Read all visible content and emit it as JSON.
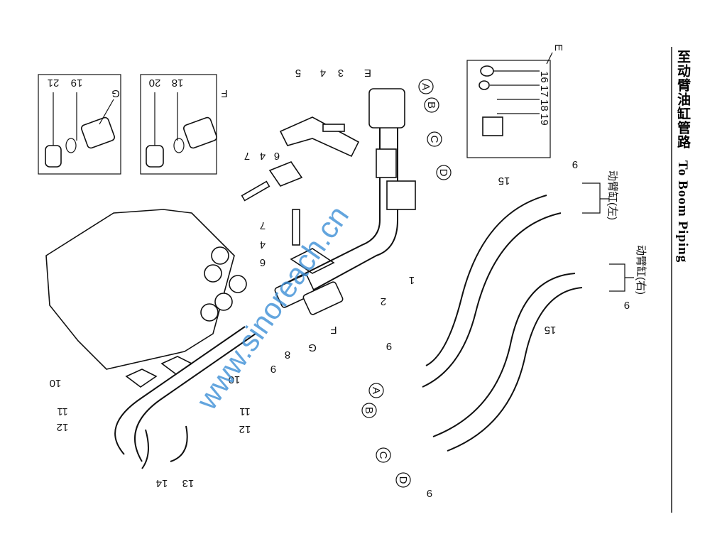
{
  "title": {
    "zh": "至动臂油缸管路",
    "en": "To Boom Piping"
  },
  "watermark": "www.sinoreach.cn",
  "cylinder_labels": {
    "left": "动臂缸(左)",
    "right": "动臂缸(右)"
  },
  "detail_boxes": {
    "G": {
      "letter": "G",
      "parts": [
        "21",
        "19"
      ]
    },
    "F": {
      "letter": "F",
      "parts": [
        "20",
        "18"
      ]
    },
    "E": {
      "letter": "E",
      "parts": [
        "16",
        "17",
        "18",
        "19"
      ]
    }
  },
  "callouts": {
    "c5": "5",
    "c4a": "4",
    "c3": "3",
    "cE": "E",
    "c7a": "7",
    "c4b": "4",
    "c6a": "6",
    "c7b": "7",
    "c4c": "4",
    "c6b": "6",
    "c1": "1",
    "c2": "2",
    "cF": "F",
    "cG": "G",
    "c8": "8",
    "c9a": "9",
    "c10a": "10",
    "c10b": "10",
    "c11a": "11",
    "c12a": "12",
    "c11b": "11",
    "c12b": "12",
    "c14": "14",
    "c13": "13",
    "c9b": "9",
    "c9c": "9",
    "c9d": "9",
    "c9e": "9",
    "c15a": "15",
    "c15b": "15"
  },
  "port_markers": {
    "top": [
      "A",
      "B",
      "C",
      "D"
    ],
    "bottom": [
      "A",
      "B",
      "C",
      "D"
    ]
  }
}
